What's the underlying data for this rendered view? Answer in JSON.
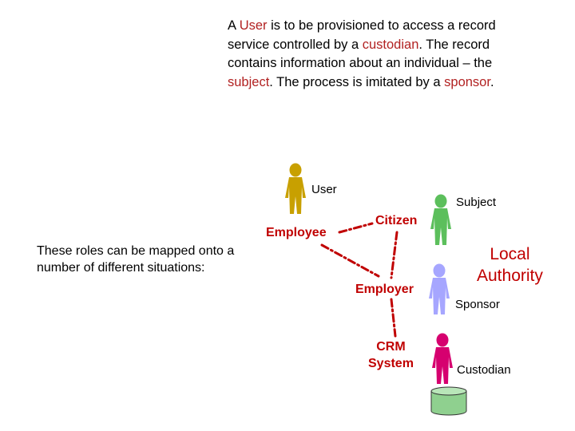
{
  "intro": {
    "p1": "A ",
    "user_word": "User",
    "p2": " is to be provisioned to access a record service controlled by a ",
    "custodian_word": "custodian",
    "p3": ". The record contains information about an individual – the ",
    "subject_word": "subject",
    "p4": ". The process is imitated by a ",
    "sponsor_word": "sponsor",
    "p5": "."
  },
  "side_note": "These roles can be mapped onto a number of different situations:",
  "roles": {
    "user": "User",
    "subject": "Subject",
    "sponsor": "Sponsor",
    "custodian": "Custodian"
  },
  "situations": {
    "employee": "Employee",
    "citizen": "Citizen",
    "employer": "Employer",
    "crm_line1": "CRM",
    "crm_line2": "System",
    "local_line1": "Local",
    "local_line2": "Authority"
  },
  "colors": {
    "user": "#c8a000",
    "subject": "#5cbf5c",
    "sponsor": "#a6a6ff",
    "custodian": "#d6006f",
    "database": "#8fd08f",
    "highlight": "#b22222",
    "role_text": "#c00000"
  },
  "icons": {
    "person": "person-figure-icon",
    "database": "database-cylinder-icon"
  }
}
